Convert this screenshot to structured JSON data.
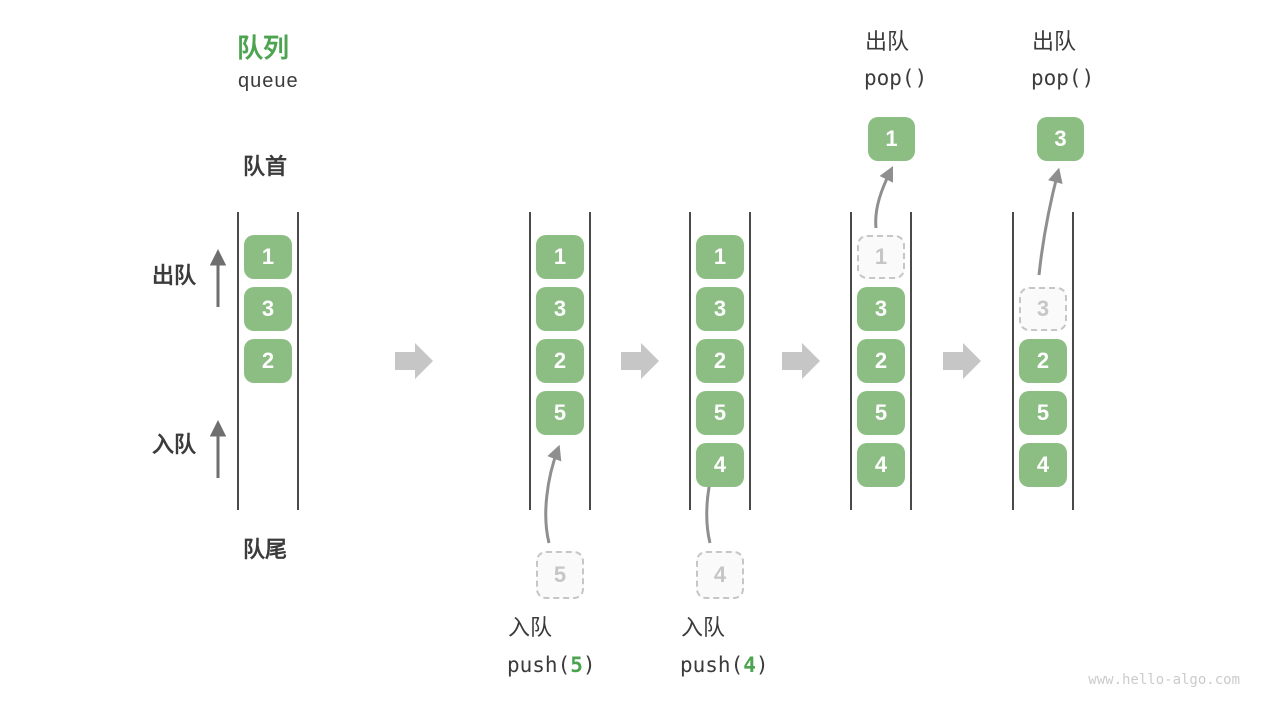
{
  "title": {
    "zh": "队列",
    "en": "queue"
  },
  "rail": {
    "front": "队首",
    "rear": "队尾",
    "dequeue": "出队",
    "enqueue": "入队"
  },
  "columns": [
    {
      "name": "state-initial",
      "cells": [
        {
          "v": "1"
        },
        {
          "v": "3"
        },
        {
          "v": "2"
        }
      ]
    },
    {
      "name": "state-after-push-5",
      "cells": [
        {
          "v": "1"
        },
        {
          "v": "3"
        },
        {
          "v": "2"
        },
        {
          "v": "5"
        }
      ],
      "incoming": {
        "v": "5"
      }
    },
    {
      "name": "state-after-push-4",
      "cells": [
        {
          "v": "1"
        },
        {
          "v": "3"
        },
        {
          "v": "2"
        },
        {
          "v": "5"
        },
        {
          "v": "4"
        }
      ],
      "incoming": {
        "v": "4"
      }
    },
    {
      "name": "state-pop-1",
      "ghost": {
        "v": "1"
      },
      "cells": [
        {
          "v": "3"
        },
        {
          "v": "2"
        },
        {
          "v": "5"
        },
        {
          "v": "4"
        }
      ],
      "popped": {
        "v": "1"
      }
    },
    {
      "name": "state-pop-3",
      "ghost": {
        "v": "3"
      },
      "cells": [
        {
          "v": "2"
        },
        {
          "v": "5"
        },
        {
          "v": "4"
        }
      ],
      "popped": {
        "v": "3"
      }
    }
  ],
  "operations": {
    "push": [
      {
        "label": "入队",
        "fn": "push(",
        "arg": "5",
        "close": ")"
      },
      {
        "label": "入队",
        "fn": "push(",
        "arg": "4",
        "close": ")"
      }
    ],
    "pop": [
      {
        "label": "出队",
        "code": "pop()"
      },
      {
        "label": "出队",
        "code": "pop()"
      }
    ]
  },
  "watermark": "www.hello-algo.com",
  "colors": {
    "box_green": "#8CBE84",
    "accent_green": "#4CA350",
    "ghost_gray": "#c6c6c6",
    "line_dark": "#4a4a4a",
    "block_arrow_gray": "#c6c6c6",
    "curve_arrow_gray": "#8f8f8f",
    "text_dark": "#3b3b3b",
    "watermark_gray": "#cbcbcb"
  }
}
